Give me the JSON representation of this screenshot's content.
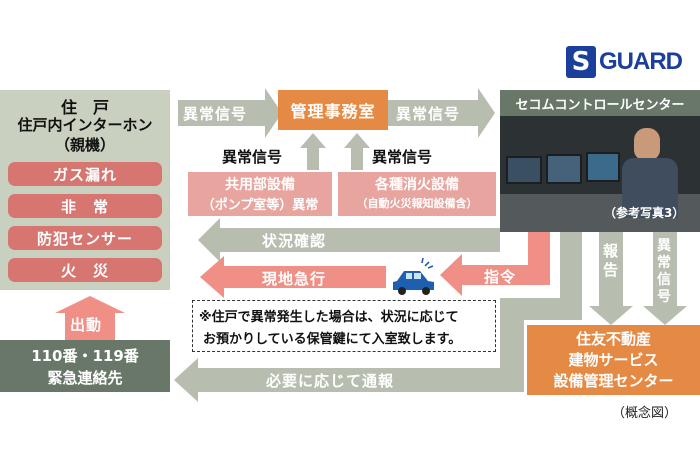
{
  "logo": {
    "text": "GUARD",
    "mark": "S",
    "color_blue": "#1d3f9c"
  },
  "home": {
    "title": "住　戸",
    "subtitle": "住戸内インターホン",
    "subtitle2": "（親機）",
    "items": [
      "ガス漏れ",
      "非　常",
      "防犯センサー",
      "火　災"
    ]
  },
  "mgmt": {
    "label": "管理事務室"
  },
  "secom": {
    "label": "セコムコントロールセンター"
  },
  "photo_caption": "（参考写真3）",
  "equip1": {
    "line1": "共用部設備",
    "line2": "（ポンプ室等）異常"
  },
  "equip2": {
    "line1": "各種消火設備",
    "line2": "（自動火災報知設備含）"
  },
  "sumitomo": {
    "line1": "住友不動産",
    "line2": "建物サービス",
    "line3": "設備管理センター"
  },
  "emergency": {
    "line1": "110番・119番",
    "line2": "緊急連絡先"
  },
  "arrows": {
    "alarm_home_mgmt": "異常信号",
    "alarm_mgmt_secom": "異常信号",
    "alarm_up1": "異常信号",
    "alarm_up2": "異常信号",
    "status_check": "状況確認",
    "rush": "現地急行",
    "command": "指令",
    "report": "報告",
    "alarm_down": "異常信号",
    "dispatch": "出動",
    "notify": "必要に応じて通報"
  },
  "note": {
    "line1": "※住戸で異常発生した場合は、状況に応じて",
    "line2": "お預かりしている保管鍵にて入室致します。"
  },
  "caption": "（概念図）",
  "colors": {
    "arrow_grey": "#b7beb0",
    "pink": "#ef8f86",
    "orange": "#e58a45",
    "panel": "#c9d0bf",
    "dark_panel": "#687768"
  }
}
